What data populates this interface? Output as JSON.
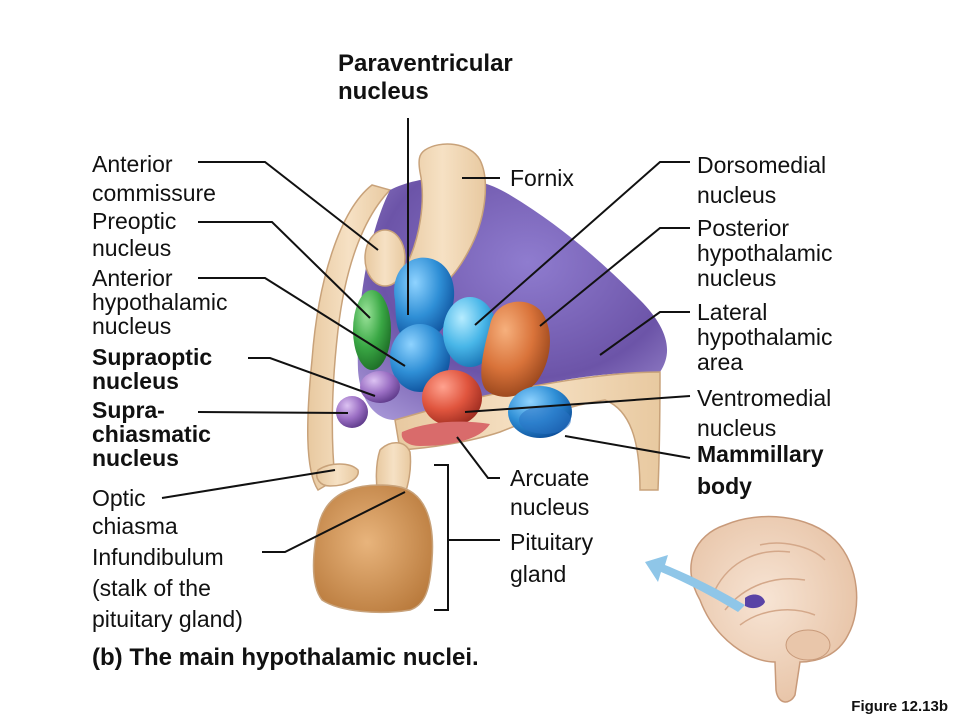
{
  "labels": {
    "paraventricular": [
      "Paraventricular",
      "nucleus"
    ],
    "anterior_commissure": [
      "Anterior",
      "commissure"
    ],
    "preoptic": [
      "Preoptic",
      "nucleus"
    ],
    "anterior_hypothalamic": [
      "Anterior",
      "hypothalamic",
      "nucleus"
    ],
    "supraoptic": [
      "Supraoptic",
      "nucleus"
    ],
    "suprachiasmatic": [
      "Supra-",
      "chiasmatic",
      "nucleus"
    ],
    "optic_chiasma": [
      "Optic",
      "chiasma"
    ],
    "infundibulum": [
      "Infundibulum",
      "(stalk of the",
      "pituitary gland)"
    ],
    "fornix": [
      "Fornix"
    ],
    "dorsomedial": [
      "Dorsomedial",
      "nucleus"
    ],
    "posterior_hypothalamic": [
      "Posterior",
      "hypothalamic",
      "nucleus"
    ],
    "lateral_hypothalamic": [
      "Lateral",
      "hypothalamic",
      "area"
    ],
    "ventromedial": [
      "Ventromedial",
      "nucleus"
    ],
    "mammillary": [
      "Mammillary",
      "body"
    ],
    "arcuate": [
      "Arcuate",
      "nucleus"
    ],
    "pituitary": [
      "Pituitary",
      "gland"
    ]
  },
  "caption": "(b) The main hypothalamic nuclei.",
  "figure_number": "Figure 12.13b",
  "colors": {
    "tissue": "#f1d9b8",
    "tissue_edge": "#c8a27a",
    "hypothalamus_area": "#7a5fb5",
    "blue_nucleus": "#2f8fd6",
    "light_blue_nucleus": "#48b6e8",
    "green_nucleus": "#3aa845",
    "orange_nucleus": "#d9733a",
    "red_nucleus": "#e0553e",
    "purple_nucleus": "#9b6fc4",
    "pink_nucleus": "#d96b6b",
    "pituitary": "#d9a066",
    "arrow": "#8fc6e8"
  }
}
